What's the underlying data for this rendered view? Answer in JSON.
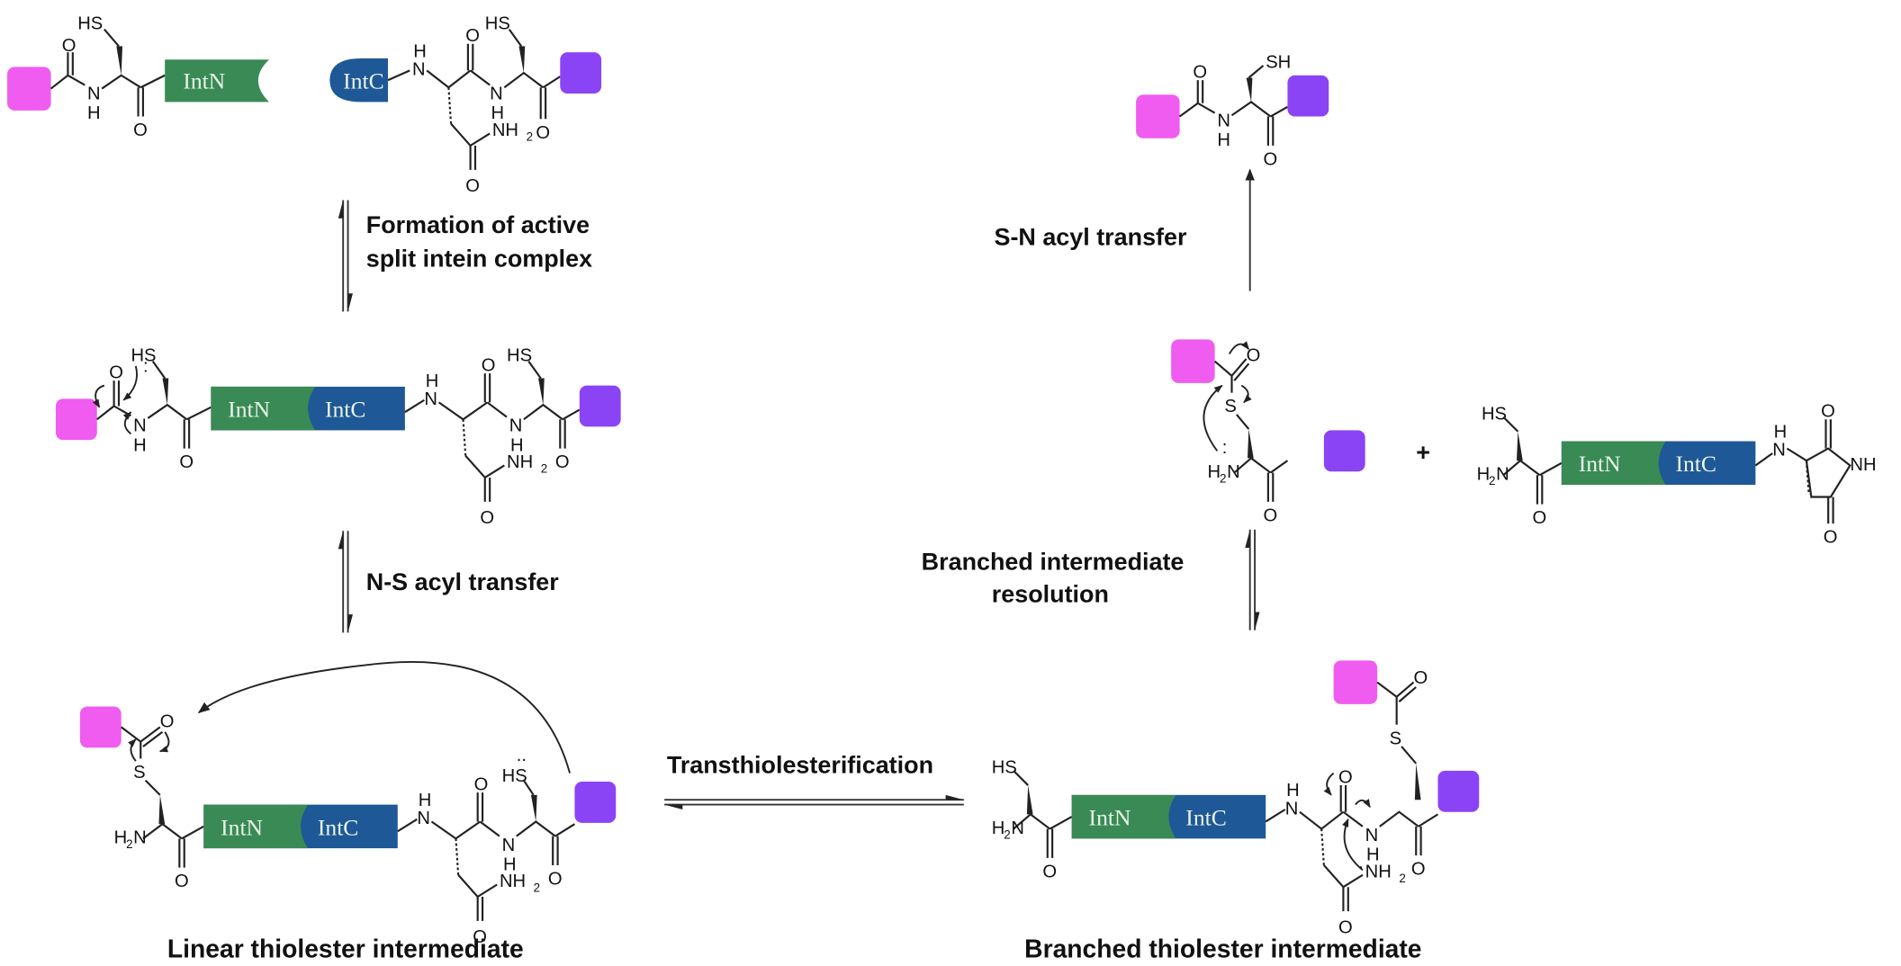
{
  "figure": {
    "title": "Split intein protein trans-splicing mechanism",
    "colors": {
      "n_extein": "#f05cf0",
      "c_extein": "#8a44f5",
      "intn": "#3a8a55",
      "intc": "#1f5896",
      "domain_text": "#e8f5e9"
    },
    "domains": {
      "intn": "IntN",
      "intc": "IntC"
    },
    "atoms": {
      "hs": "HS",
      "sh": "SH",
      "s": "S",
      "o": "O",
      "n": "N",
      "h": "H",
      "nh": "NH",
      "nh2": "NH",
      "h2n": "H",
      "n_after": "N",
      "sub2": "2",
      "plus": "+"
    },
    "steps": [
      {
        "id": "formation",
        "label_line1": "Formation of active",
        "label_line2": "split intein complex"
      },
      {
        "id": "ns_acyl",
        "label": "N-S acyl transfer"
      },
      {
        "id": "transthio",
        "label": "Transthiolesterification"
      },
      {
        "id": "branched_res",
        "label_line1": "Branched intermediate",
        "label_line2": "resolution"
      },
      {
        "id": "sn_acyl",
        "label": "S-N acyl transfer"
      }
    ],
    "captions": {
      "linear": "Linear thiolester intermediate",
      "branched": "Branched thiolester intermediate"
    }
  }
}
